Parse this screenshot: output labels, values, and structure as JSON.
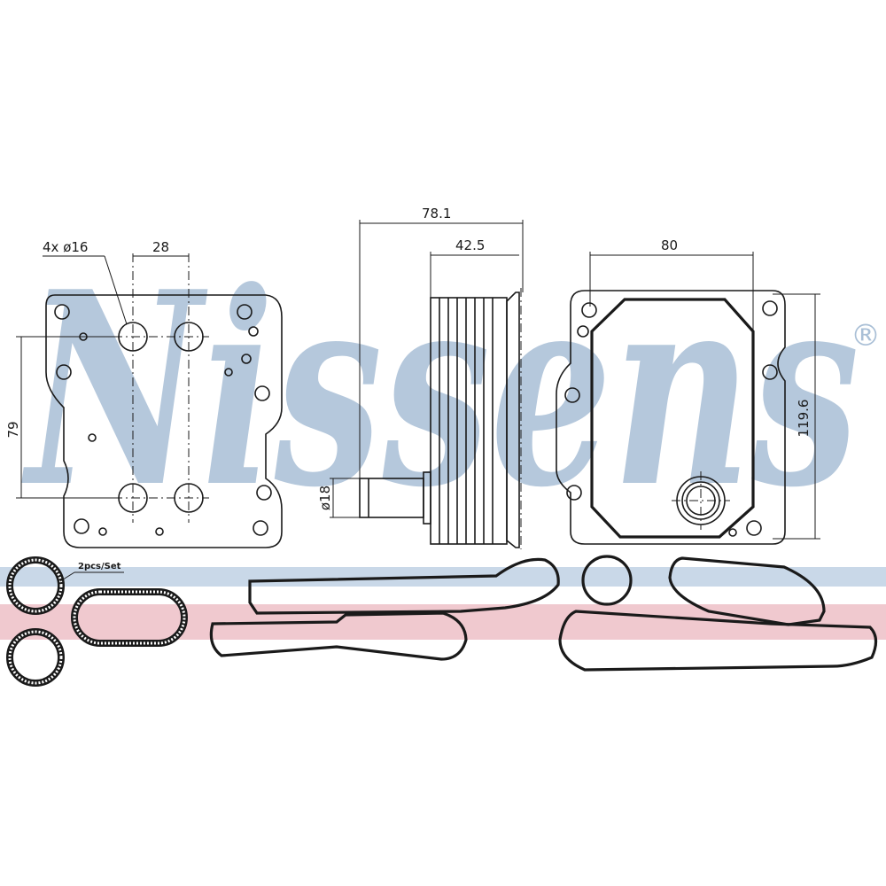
{
  "watermark": {
    "brand": "Nissens",
    "registered_mark": "®",
    "band_colors": {
      "blue": "#c9d8e8",
      "red": "#f0c9cf",
      "watermark": "#a9bfd6"
    }
  },
  "dimensions": {
    "holes_label": "4x  ø16",
    "hole_spacing": "28",
    "height_left": "79",
    "depth_total": "78.1",
    "depth_core": "42.5",
    "pipe_diameter": "ø18",
    "width_right": "80",
    "height_right": "119.6"
  },
  "notes": {
    "gasket_qty": "2pcs/Set"
  }
}
